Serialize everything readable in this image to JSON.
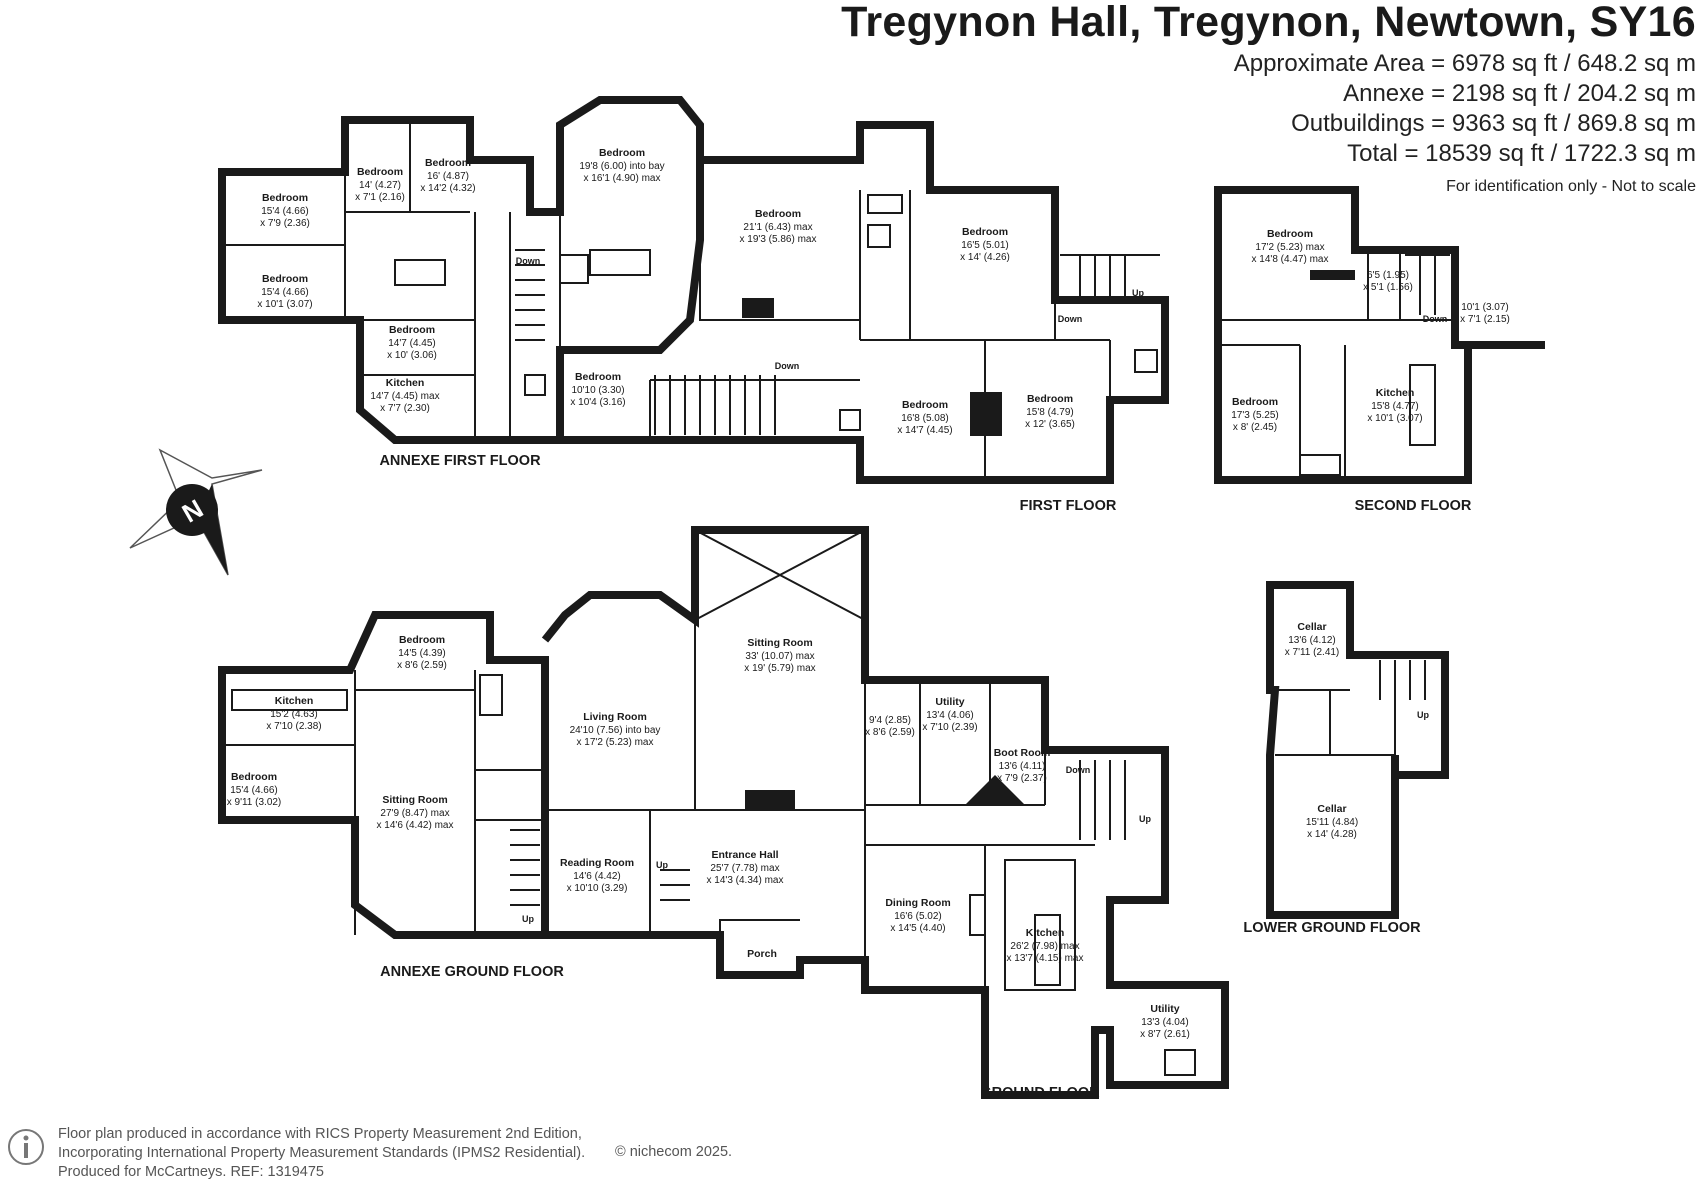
{
  "header": {
    "title": "Tregynon Hall, Tregynon, Newtown, SY16",
    "areas": [
      "Approximate Area = 6978 sq ft / 648.2 sq m",
      "Annexe = 2198 sq ft / 204.2 sq m",
      "Outbuildings = 9363 sq ft / 869.8 sq m",
      "Total = 18539 sq ft / 1722.3 sq m"
    ],
    "note": "For identification only - Not to scale"
  },
  "floors": {
    "annexe_first": "ANNEXE FIRST FLOOR",
    "first": "FIRST FLOOR",
    "second": "SECOND FLOOR",
    "annexe_ground": "ANNEXE GROUND FLOOR",
    "ground": "GROUND FLOOR",
    "lower_ground": "LOWER GROUND FLOOR"
  },
  "compass": {
    "label": "N"
  },
  "rooms": {
    "af_bed1": {
      "name": "Bedroom",
      "d1": "15'4 (4.66)",
      "d2": "x 7'9 (2.36)"
    },
    "af_bed2": {
      "name": "Bedroom",
      "d1": "15'4 (4.66)",
      "d2": "x 10'1 (3.07)"
    },
    "af_bed3": {
      "name": "Bedroom",
      "d1": "14' (4.27)",
      "d2": "x 7'1 (2.16)"
    },
    "af_bed4": {
      "name": "Bedroom",
      "d1": "16' (4.87)",
      "d2": "x 14'2 (4.32)"
    },
    "af_bed5": {
      "name": "Bedroom",
      "d1": "14'7 (4.45)",
      "d2": "x 10' (3.06)"
    },
    "af_kitchen": {
      "name": "Kitchen",
      "d1": "14'7 (4.45) max",
      "d2": "x 7'7 (2.30)"
    },
    "ff_bed_bay": {
      "name": "Bedroom",
      "d1": "19'8 (6.00) into bay",
      "d2": "x 16'1 (4.90) max"
    },
    "ff_bed_small": {
      "name": "Bedroom",
      "d1": "10'10 (3.30)",
      "d2": "x 10'4 (3.16)"
    },
    "ff_bed_large": {
      "name": "Bedroom",
      "d1": "21'1 (6.43) max",
      "d2": "x 19'3 (5.86) max"
    },
    "ff_bed_east": {
      "name": "Bedroom",
      "d1": "16'5 (5.01)",
      "d2": "x 14' (4.26)"
    },
    "ff_bed_sw": {
      "name": "Bedroom",
      "d1": "16'8 (5.08)",
      "d2": "x 14'7 (4.45)"
    },
    "ff_bed_se": {
      "name": "Bedroom",
      "d1": "15'8 (4.79)",
      "d2": "x 12' (3.65)"
    },
    "sf_bed1": {
      "name": "Bedroom",
      "d1": "17'2 (5.23) max",
      "d2": "x 14'8 (4.47) max"
    },
    "sf_small": {
      "d1": "6'5 (1.95)",
      "d2": "x 5'1 (1.56)"
    },
    "sf_room": {
      "d1": "10'1 (3.07)",
      "d2": "x 7'1 (2.15)"
    },
    "sf_bed2": {
      "name": "Bedroom",
      "d1": "17'3 (5.25)",
      "d2": "x 8' (2.45)"
    },
    "sf_kitchen": {
      "name": "Kitchen",
      "d1": "15'8 (4.77)",
      "d2": "x 10'1 (3.07)"
    },
    "ag_bed1": {
      "name": "Bedroom",
      "d1": "14'5 (4.39)",
      "d2": "x 8'6 (2.59)"
    },
    "ag_kitchen": {
      "name": "Kitchen",
      "d1": "15'2 (4.63)",
      "d2": "x 7'10 (2.38)"
    },
    "ag_bed2": {
      "name": "Bedroom",
      "d1": "15'4 (4.66)",
      "d2": "x 9'11 (3.02)"
    },
    "ag_sitting": {
      "name": "Sitting Room",
      "d1": "27'9 (8.47) max",
      "d2": "x 14'6 (4.42) max"
    },
    "gf_living": {
      "name": "Living Room",
      "d1": "24'10 (7.56) into bay",
      "d2": "x 17'2 (5.23) max"
    },
    "gf_sitting": {
      "name": "Sitting Room",
      "d1": "33' (10.07) max",
      "d2": "x 19' (5.79) max"
    },
    "gf_reading": {
      "name": "Reading Room",
      "d1": "14'6 (4.42)",
      "d2": "x 10'10 (3.29)"
    },
    "gf_hall": {
      "name": "Entrance Hall",
      "d1": "25'7 (7.78) max",
      "d2": "x 14'3 (4.34) max"
    },
    "gf_porch": {
      "name": "Porch"
    },
    "gf_small": {
      "d1": "9'4 (2.85)",
      "d2": "x 8'6 (2.59)"
    },
    "gf_utility": {
      "name": "Utility",
      "d1": "13'4 (4.06)",
      "d2": "x 7'10 (2.39)"
    },
    "gf_boot": {
      "name": "Boot Room",
      "d1": "13'6 (4.11)",
      "d2": "x 7'9 (2.37)"
    },
    "gf_dining": {
      "name": "Dining Room",
      "d1": "16'6 (5.02)",
      "d2": "x 14'5 (4.40)"
    },
    "gf_kitchen": {
      "name": "Kitchen",
      "d1": "26'2 (7.98) max",
      "d2": "x 13'7 (4.15) max"
    },
    "gf_utility2": {
      "name": "Utility",
      "d1": "13'3 (4.04)",
      "d2": "x 8'7 (2.61)"
    },
    "lg_cellar1": {
      "name": "Cellar",
      "d1": "13'6 (4.12)",
      "d2": "x 7'11 (2.41)"
    },
    "lg_cellar2": {
      "name": "Cellar",
      "d1": "15'11 (4.84)",
      "d2": "x 14' (4.28)"
    }
  },
  "stair_labels": {
    "down": "Down",
    "up": "Up"
  },
  "footer": {
    "lines": [
      "Floor plan produced in accordance with RICS Property Measurement 2nd Edition,",
      "Incorporating International Property Measurement Standards (IPMS2 Residential).",
      "Produced for McCartneys.   REF: 1319475"
    ],
    "brand": "© nichecom 2025."
  }
}
